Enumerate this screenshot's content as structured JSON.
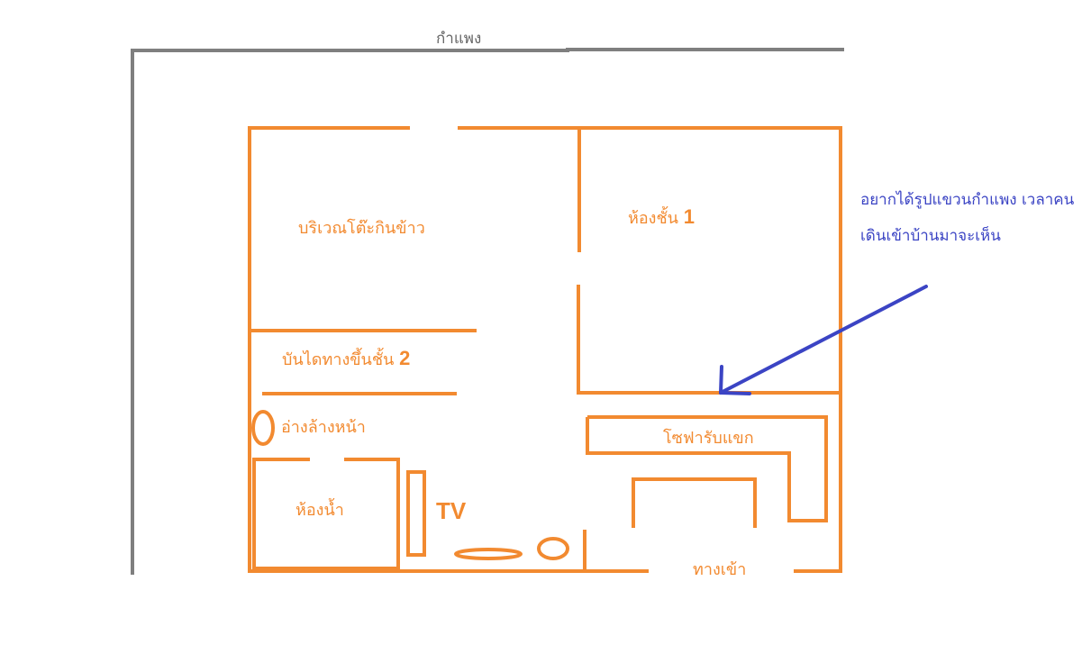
{
  "boundary_wall": {
    "label": "กำแพง"
  },
  "rooms": {
    "dining_area": {
      "label": "บริเวณโต๊ะกินข้าว"
    },
    "room_floor1": {
      "label": "ห้องชั้น",
      "number": "1"
    },
    "stairs": {
      "label": "บันไดทางขึ้นชั้น",
      "number": "2"
    },
    "wash_basin": {
      "label": "อ่างล้างหน้า"
    },
    "bathroom": {
      "label": "ห้องน้ำ"
    },
    "tv": {
      "label": "TV"
    },
    "sofa": {
      "label": "โซฟารับแขก"
    },
    "entrance": {
      "label": "ทางเข้า"
    }
  },
  "note": {
    "line1": "อยากได้รูปแขวนกำแพง เวลาคน",
    "line2": "เดินเข้าบ้านมาจะเห็น"
  },
  "colors": {
    "wall_orange": "#f28a30",
    "boundary_gray": "#7f7f7f",
    "arrow_blue": "#3b44c4"
  }
}
